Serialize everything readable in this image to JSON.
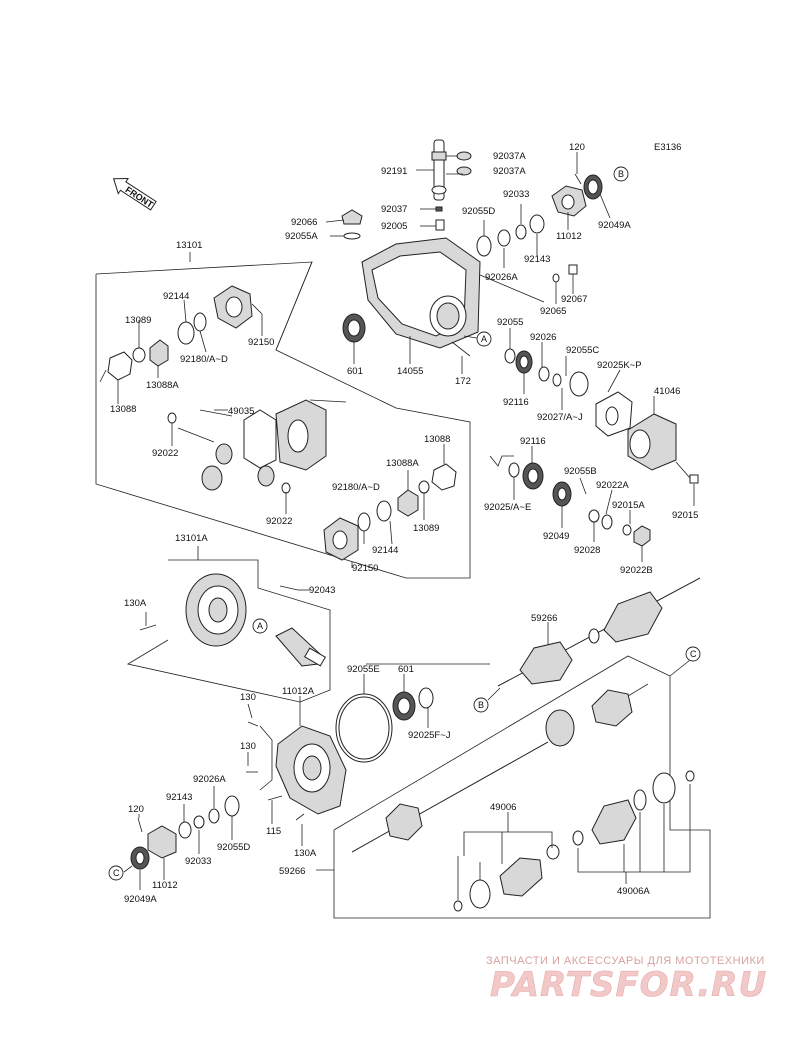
{
  "diagram_code": "E3136",
  "front_label": "FRONT",
  "watermark": {
    "line1": "ЗАПЧАСТИ И АКСЕССУАРЫ ДЛЯ МОТОТЕХНИКИ",
    "line2": "PARTSFOR.RU"
  },
  "callouts": {
    "A": "A",
    "B": "B",
    "C": "C"
  },
  "labels": {
    "p92037A_1": "92037A",
    "p92037A_2": "92037A",
    "p92191": "92191",
    "p120_top": "120",
    "p92033_top": "92033",
    "p92037": "92037",
    "p92055D_top": "92055D",
    "p92005": "92005",
    "p92066": "92066",
    "p92055A": "92055A",
    "p11012_top": "11012",
    "p92049A_top": "92049A",
    "p92143_top": "92143",
    "p92026A_top": "92026A",
    "p92067": "92067",
    "p92065": "92065",
    "p13101": "13101",
    "p92144_top": "92144",
    "p13089_top": "13089",
    "p92150_top": "92150",
    "p92180_top": "92180/A~D",
    "p13088A_top": "13088A",
    "p13088_top": "13088",
    "p601_top": "601",
    "p14055": "14055",
    "p172": "172",
    "p92055": "92055",
    "p92026": "92026",
    "p92055C": "92055C",
    "p92025KP": "92025K~P",
    "p41046": "41046",
    "p92116_1": "92116",
    "p92027": "92027/A~J",
    "p49035": "49035",
    "p92022_1": "92022",
    "p13088_mid": "13088",
    "p13088A_mid": "13088A",
    "p92116_2": "92116",
    "p92055B": "92055B",
    "p92022A": "92022A",
    "p92015A": "92015A",
    "p92015": "92015",
    "p92025AE": "92025/A~E",
    "p92049": "92049",
    "p92028": "92028",
    "p92022B": "92022B",
    "p92180_mid": "92180/A~D",
    "p92144_mid": "92144",
    "p13089_mid": "13089",
    "p92022_2": "92022",
    "p92150_mid": "92150",
    "p13101A": "13101A",
    "p92043": "92043",
    "p130A_1": "130A",
    "p59266_1": "59266",
    "p92055E": "92055E",
    "p601_bot": "601",
    "p92025FJ": "92025F~J",
    "p130_1": "130",
    "p11012A": "11012A",
    "p130_2": "130",
    "p92026A_bot": "92026A",
    "p92143_bot": "92143",
    "p120_bot": "120",
    "p115": "115",
    "p130A_2": "130A",
    "p92055D_bot": "92055D",
    "p92033_bot": "92033",
    "p11012_bot": "11012",
    "p92049A_bot": "92049A",
    "p49006": "49006",
    "p59266_2": "59266",
    "p49006A": "49006A"
  }
}
